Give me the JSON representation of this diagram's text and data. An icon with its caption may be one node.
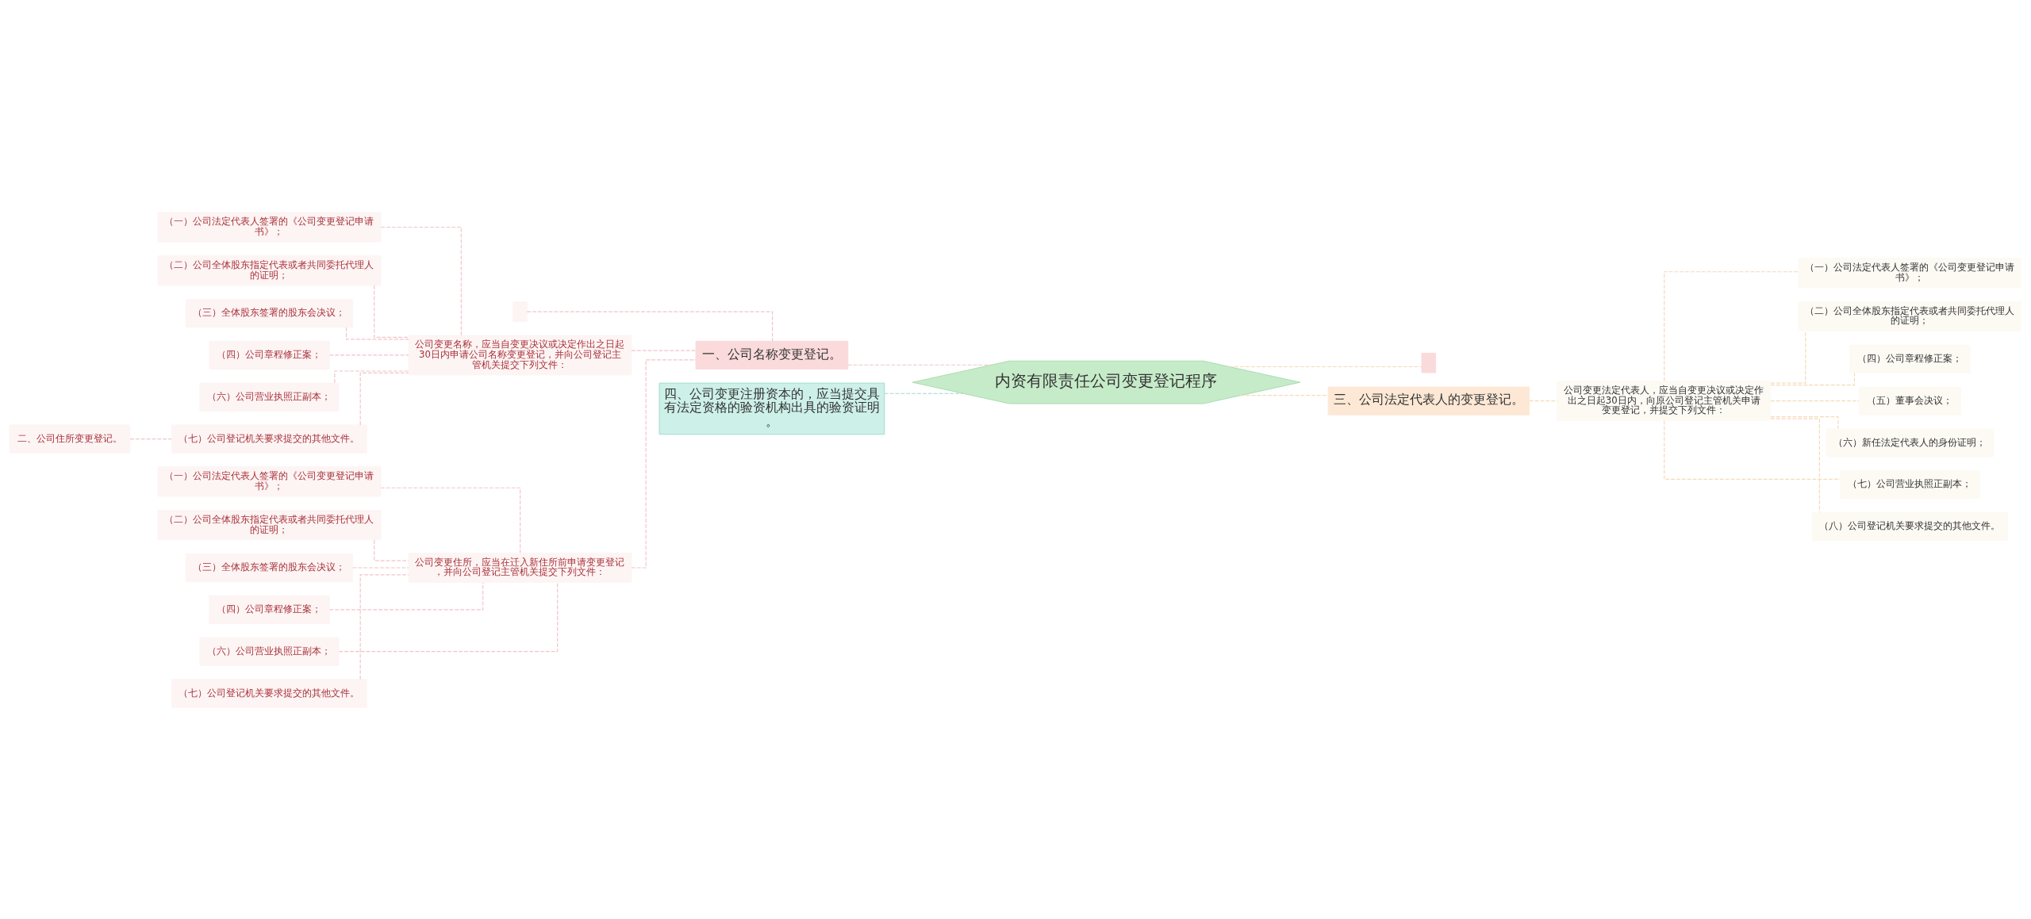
{
  "diagram": {
    "nodes": [
      {
        "text": [
          "内资有限责任公司变更登记程序"
        ]
      },
      {
        "text": [
          "一、公司名称变更登记。"
        ]
      },
      {
        "text": [],
        "shape": "box"
      },
      {
        "text": [
          "公司变更名称，应当自变更决议或决定作出之日起30日内申请公司名称变更登记，并向公司登记主管机关提交下列文件："
        ]
      },
      {
        "text": [
          "（一）公司法定代表人签署的《公司变更登记申请书》；"
        ]
      },
      {
        "text": [
          "（二）公司全体股东指定代表或者共同委托代理人的证明；"
        ]
      },
      {
        "text": [
          "（三）全体股东签署的股东会决议；"
        ]
      },
      {
        "text": [
          "（四）公司章程修正案；"
        ]
      },
      {
        "text": [
          "（六）公司营业执照正副本；"
        ]
      },
      {
        "text": [
          "（七）公司登记机关要求提交的其他文件。"
        ]
      },
      {
        "text": [
          "二、公司住所变更登记。"
        ]
      },
      {
        "text": [
          "公司变更住所，应当在迁入新住所前申请变更登记，并向公司登记主管机关提交下列文件："
        ]
      },
      {
        "text": [
          "（一）公司法定代表人签署的《公司变更登记申请书》；"
        ]
      },
      {
        "text": [
          "（二）公司全体股东指定代表或者共同委托代理人的证明；"
        ]
      },
      {
        "text": [
          "（三）全体股东签署的股东会决议；"
        ]
      },
      {
        "text": [
          "（四）公司章程修正案；"
        ]
      },
      {
        "text": [
          "（六）公司营业执照正副本；"
        ]
      },
      {
        "text": [
          "（七）公司登记机关要求提交的其他文件。"
        ]
      },
      {
        "text": [
          "四、公司变更注册资本的，应当提交具有法定资格的验资机构出具的验资证明。"
        ]
      },
      {
        "text": [],
        "shape": "box"
      },
      {
        "text": [
          "三、公司法定代表人的变更登记。"
        ]
      },
      {
        "text": [
          "公司变更法定代表人，应当自变更决议或决定作出之日起30日内，向原公司登记主管机关申请变更登记，并提交下列文件："
        ]
      },
      {
        "text": [
          "（一）公司法定代表人签署的《公司变更登记申请书》；"
        ]
      },
      {
        "text": [
          "（二）公司全体股东指定代表或者共同委托代理人的证明；"
        ]
      },
      {
        "text": [
          "（四）公司章程修正案；"
        ]
      },
      {
        "text": [
          "（五）董事会决议；"
        ]
      },
      {
        "text": [
          "（六）新任法定代表人的身份证明；"
        ]
      },
      {
        "text": [
          "（七）公司营业执照正副本；"
        ]
      },
      {
        "text": [
          "（八）公司登记机关要求提交的其他文件。"
        ]
      }
    ],
    "edges": [
      {
        "from": 0,
        "to": 1,
        "arrow": "none"
      },
      {
        "from": 1,
        "to": 2,
        "arrow": "none"
      },
      {
        "from": 1,
        "to": 3,
        "arrow": "none"
      },
      {
        "from": 3,
        "to": 4,
        "arrow": "none"
      },
      {
        "from": 3,
        "to": 5,
        "arrow": "none"
      },
      {
        "from": 3,
        "to": 6,
        "arrow": "none"
      },
      {
        "from": 3,
        "to": 7,
        "arrow": "none"
      },
      {
        "from": 3,
        "to": 8,
        "arrow": "none"
      },
      {
        "from": 3,
        "to": 9,
        "arrow": "none"
      },
      {
        "from": 9,
        "to": 10,
        "arrow": "none"
      },
      {
        "from": 1,
        "to": 11,
        "arrow": "none"
      },
      {
        "from": 11,
        "to": 12,
        "arrow": "none"
      },
      {
        "from": 11,
        "to": 13,
        "arrow": "none"
      },
      {
        "from": 11,
        "to": 14,
        "arrow": "none"
      },
      {
        "from": 11,
        "to": 15,
        "arrow": "none"
      },
      {
        "from": 11,
        "to": 16,
        "arrow": "none"
      },
      {
        "from": 11,
        "to": 17,
        "arrow": "none"
      },
      {
        "from": 0,
        "to": 18,
        "arrow": "none"
      },
      {
        "from": 0,
        "to": 19,
        "arrow": "none"
      },
      {
        "from": 0,
        "to": 20,
        "arrow": "none"
      },
      {
        "from": 20,
        "to": 21,
        "arrow": "none"
      },
      {
        "from": 21,
        "to": 22,
        "arrow": "none"
      },
      {
        "from": 21,
        "to": 23,
        "arrow": "none"
      },
      {
        "from": 21,
        "to": 24,
        "arrow": "none"
      },
      {
        "from": 21,
        "to": 25,
        "arrow": "none"
      },
      {
        "from": 21,
        "to": 26,
        "arrow": "none"
      },
      {
        "from": 21,
        "to": 27,
        "arrow": "none"
      },
      {
        "from": 21,
        "to": 28,
        "arrow": "none"
      }
    ]
  }
}
